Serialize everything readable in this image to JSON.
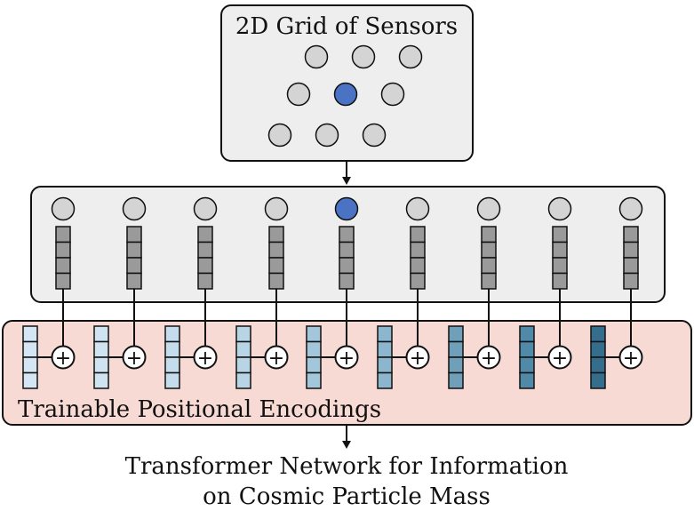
{
  "grid_panel": {
    "title": "2D Grid of Sensors"
  },
  "pe_panel": {
    "title": "Trainable Positional Encodings"
  },
  "output": {
    "line1": "Transformer Network for Information",
    "line2": "on Cosmic Particle Mass"
  },
  "plus_symbol": "+",
  "sensor_count": 9,
  "highlighted_sensor_index": 4,
  "grid_rows": [
    3,
    3,
    3
  ],
  "highlighted_grid_cell": [
    1,
    1
  ],
  "colors": {
    "panel_gray": "#eeeeee",
    "panel_pink": "#f8dad4",
    "sensor_gray": "#d4d4d4",
    "sensor_blue": "#4a73c4",
    "embedding_gray": "#9a9a9a",
    "encoding_shades": [
      "#d4e6f3",
      "#cfe3f1",
      "#c4dcec",
      "#b8d5e6",
      "#a3c6db",
      "#8cb6cd",
      "#6f9fb9",
      "#5189a8",
      "#356e8c"
    ],
    "stroke": "#111111"
  }
}
